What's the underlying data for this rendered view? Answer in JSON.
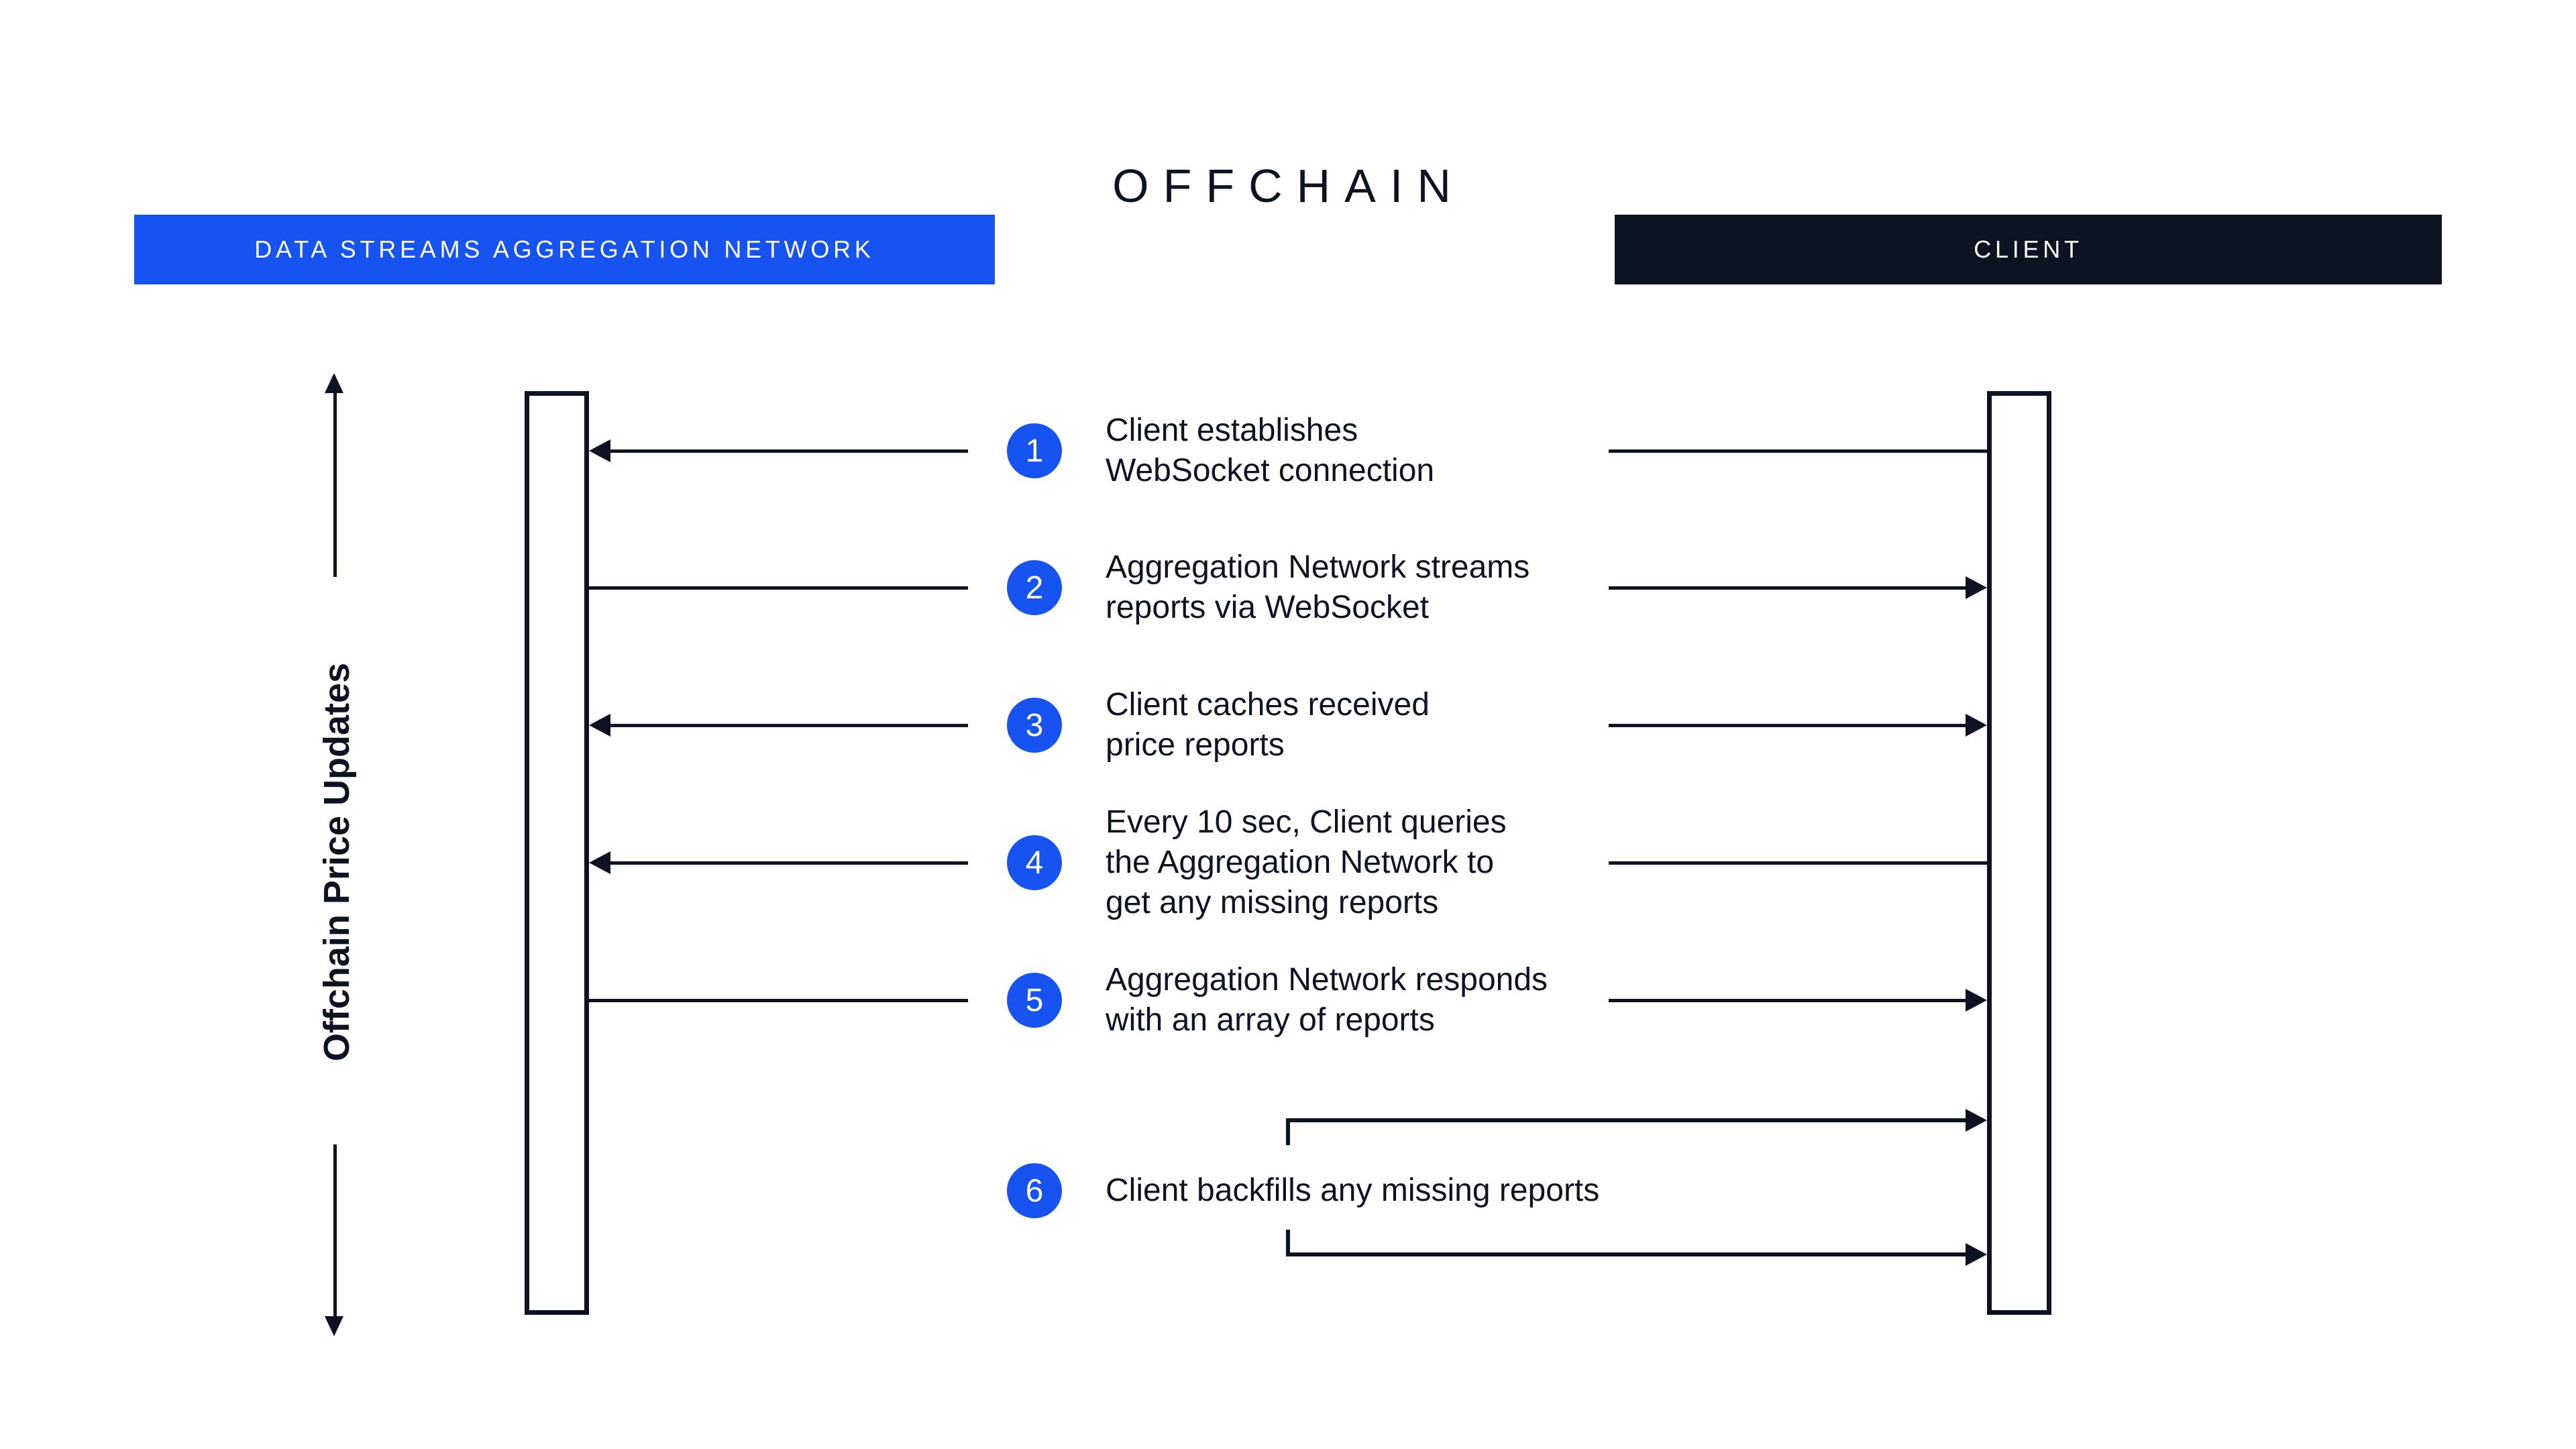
{
  "title": "OFFCHAIN",
  "colors": {
    "accent_blue": "#1653F0",
    "dark_navy": "#0D1321",
    "background": "#FFFFFF"
  },
  "actors": {
    "aggregation_network": {
      "label": "DATA STREAMS AGGREGATION NETWORK"
    },
    "client": {
      "label": "CLIENT"
    }
  },
  "side_axis": {
    "label": "Offchain Price Updates",
    "arrows": [
      "up-arrow",
      "down-arrow"
    ]
  },
  "steps": [
    {
      "num": "1",
      "lines": [
        "Client establishes",
        "WebSocket connection"
      ],
      "arrow_to_network": true,
      "arrow_to_client": false
    },
    {
      "num": "2",
      "lines": [
        "Aggregation Network streams",
        "reports via WebSocket"
      ],
      "arrow_to_network": false,
      "arrow_to_client": true
    },
    {
      "num": "3",
      "lines": [
        "Client caches received",
        "price reports"
      ],
      "arrow_to_network": true,
      "arrow_to_client": true
    },
    {
      "num": "4",
      "lines": [
        "Every 10 sec, Client queries",
        "the Aggregation Network to",
        "get any missing reports"
      ],
      "arrow_to_network": true,
      "arrow_to_client": false
    },
    {
      "num": "5",
      "lines": [
        "Aggregation Network responds",
        "with an array of reports"
      ],
      "arrow_to_network": false,
      "arrow_to_client": true
    },
    {
      "num": "6",
      "lines": [
        "Client backfills any missing reports"
      ],
      "self_loop_to_client": true
    }
  ]
}
